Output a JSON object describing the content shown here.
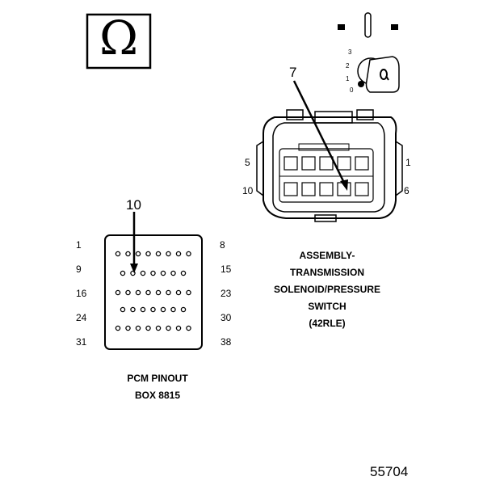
{
  "meter_symbol": "Ω",
  "ignition_positions": [
    "3",
    "2",
    "1",
    "0"
  ],
  "connector": {
    "pin_callout": "7",
    "pin_labels": {
      "top_left": "5",
      "top_right": "1",
      "bottom_left": "10",
      "bottom_right": "6"
    },
    "caption_lines": [
      "ASSEMBLY-",
      "TRANSMISSION",
      "SOLENOID/PRESSURE",
      "SWITCH",
      "(42RLE)"
    ]
  },
  "pcm": {
    "pin_callout": "10",
    "row_labels_left": [
      "1",
      "9",
      "16",
      "24",
      "31"
    ],
    "row_labels_right": [
      "8",
      "15",
      "23",
      "30",
      "38"
    ],
    "caption_lines": [
      "PCM PINOUT",
      "BOX 8815"
    ]
  },
  "figure_number": "55704"
}
